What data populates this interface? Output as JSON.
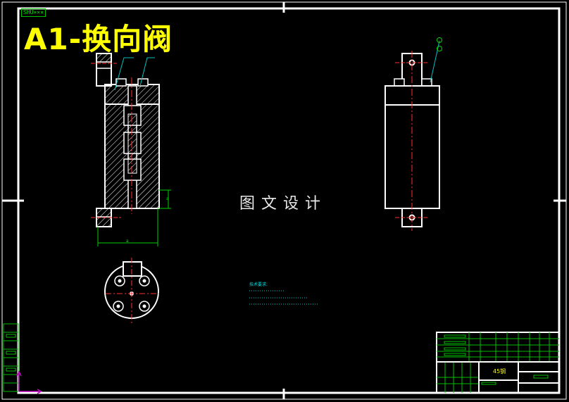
{
  "title": "A1-换向阀",
  "watermark": "图文设计",
  "corner_code": "SHU×××",
  "technical_requirements": {
    "heading": "技术要求:"
  },
  "title_block": {
    "material": "45钢"
  },
  "dimensions": {
    "width_label": "a",
    "side_label": "a"
  },
  "colors": {
    "background": "#000000",
    "outline": "#ffffff",
    "centerline": "#ff3030",
    "dimension": "#00d000",
    "leader": "#00c0c0",
    "title": "#ffff00"
  }
}
